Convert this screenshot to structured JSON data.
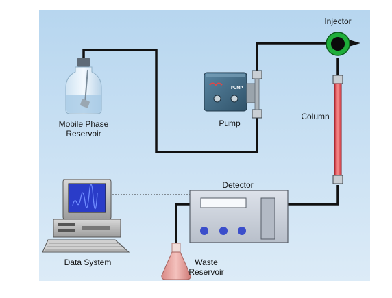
{
  "labels": {
    "injector": "Injector",
    "pump": "Pump",
    "pump_badge": "PUMP",
    "column": "Column",
    "mobile_phase_line1": "Mobile Phase",
    "mobile_phase_line2": "Reservoir",
    "detector": "Detector",
    "data_system": "Data System",
    "waste_line1": "Waste",
    "waste_line2": "Reservoir"
  },
  "colors": {
    "background_top": "#bcd9ef",
    "background_bottom": "#dbeaf6",
    "tubing": "#111111",
    "column": "#e8474a",
    "pump_body": "#3f6a84",
    "detector_body": "#c9ced8",
    "detector_buttons": "#3b4ecb",
    "monitor_screen": "#2a3cc8",
    "injector_ring": "#1fae3a",
    "waste_liquid": "#e8908c"
  }
}
